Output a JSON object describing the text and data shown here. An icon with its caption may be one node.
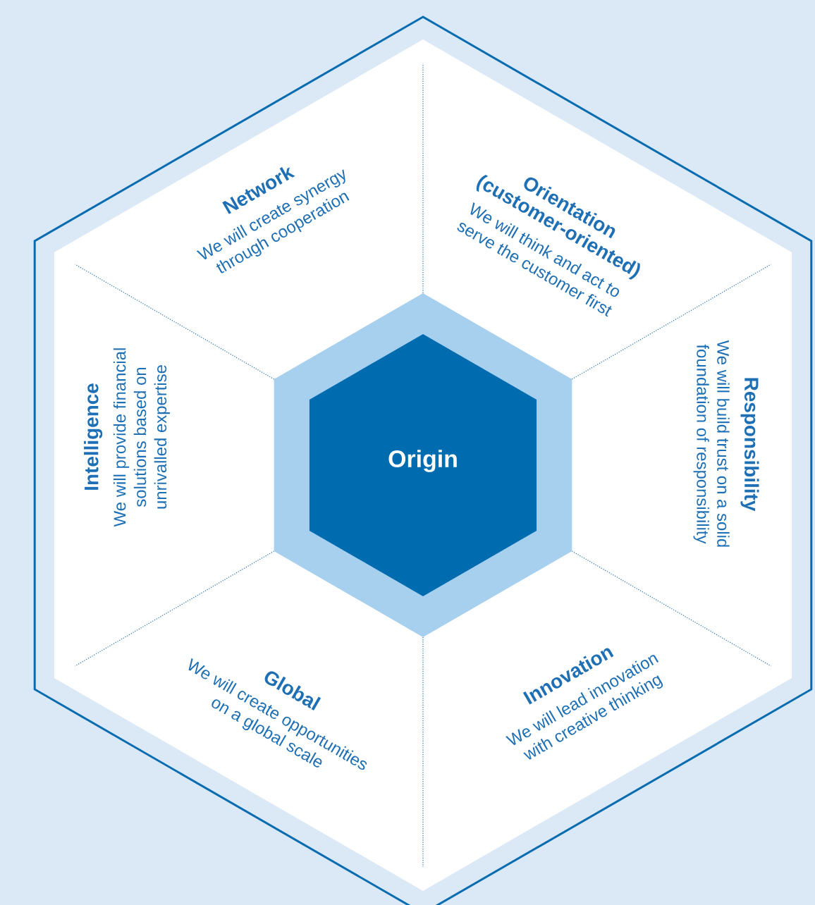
{
  "diagram": {
    "nodes": [
      {
        "text": [
          "Network",
          "We will create synergy through cooperation"
        ]
      },
      {
        "text": [
          "Orientation (customer-oriented)",
          "We will think and act to serve the customer first"
        ]
      },
      {
        "text": [
          "Intelligence",
          "We will provide financial solutions based on unrivalled expertise"
        ]
      },
      {
        "text": [
          "Origin"
        ]
      },
      {
        "text": [
          "Responsibility",
          "We will build trust on a solid foundation of responsibility"
        ]
      },
      {
        "text": [
          "Global",
          "We will create opportunities on a global scale"
        ]
      },
      {
        "text": [
          "Innovation",
          "We will lead innovation with creative thinking"
        ]
      }
    ]
  }
}
